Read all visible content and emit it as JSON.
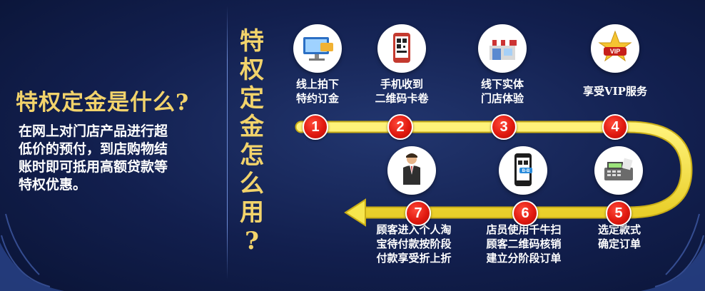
{
  "left_panel": {
    "title": "特权定金是什么?",
    "description_lines": [
      "在网上对门店产品进行超",
      "低价的预付，到店购物结",
      "账时即可抵用高额贷款等",
      "特权优惠。"
    ]
  },
  "vertical_title": [
    "特",
    "权",
    "定",
    "金",
    "怎",
    "么",
    "用",
    "?"
  ],
  "steps": [
    {
      "number": "1",
      "icon": "computer-payment-icon",
      "lines": [
        "线上拍下",
        "特约订金"
      ]
    },
    {
      "number": "2",
      "icon": "phone-qr-code-icon",
      "lines": [
        "手机收到",
        "二维码卡卷"
      ]
    },
    {
      "number": "3",
      "icon": "storefront-icon",
      "lines": [
        "线下实体",
        "门店体验"
      ]
    },
    {
      "number": "4",
      "icon": "vip-crown-icon",
      "lines": [
        "享受VIP服务"
      ]
    },
    {
      "number": "5",
      "icon": "cash-register-icon",
      "lines": [
        "选定款式",
        "确定订单"
      ]
    },
    {
      "number": "6",
      "icon": "phone-scan-icon",
      "lines": [
        "店员使用千牛扫",
        "顾客二维码核销",
        "建立分阶段订单"
      ]
    },
    {
      "number": "7",
      "icon": "businessman-icon",
      "lines": [
        "顾客进入个人淘",
        "宝待付款按阶段",
        "付款享受折上折"
      ]
    }
  ],
  "colors": {
    "background": "#121f4e",
    "title_gold": "#f2d36b",
    "path_yellow": "#f7e64d",
    "badge_red": "#e0190f"
  }
}
